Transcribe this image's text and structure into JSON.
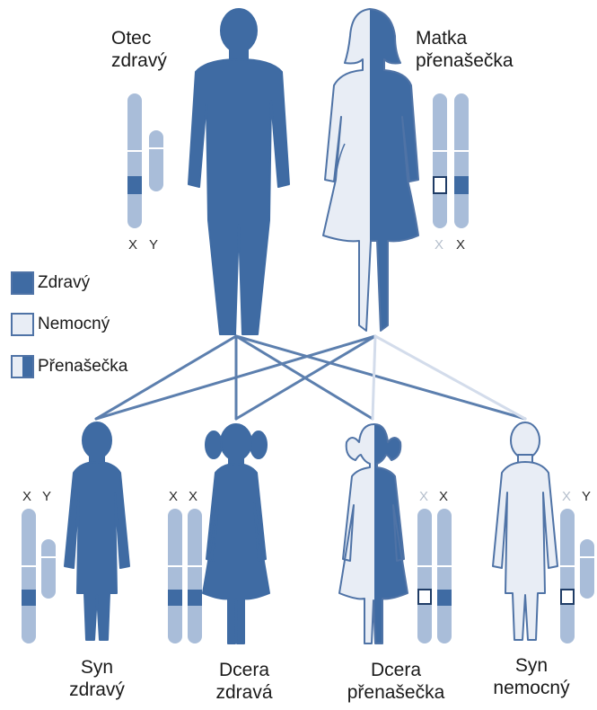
{
  "colors": {
    "healthy": "#3f6ba3",
    "affected": "#e8edf5",
    "outline": "#4f73a6",
    "chromosome": "#a9bdd9",
    "chromosome_pale": "#d6e1ef",
    "line_dark": "#5c7fae",
    "line_light": "#d3dceb"
  },
  "parents": {
    "father": {
      "title": "Otec",
      "status": "zdravý",
      "chromosomes": [
        "X",
        "Y"
      ]
    },
    "mother": {
      "title": "Matka",
      "status": "přenašečka",
      "chromosomes": [
        "X",
        "X"
      ]
    }
  },
  "legend": [
    {
      "label": "Zdravý",
      "swatch": "healthy"
    },
    {
      "label": "Nemocný",
      "swatch": "affected"
    },
    {
      "label": "Přenašečka",
      "swatch": "carrier"
    }
  ],
  "children": [
    {
      "title": "Syn",
      "status": "zdravý",
      "chromosomes": [
        "X",
        "Y"
      ]
    },
    {
      "title": "Dcera",
      "status": "zdravá",
      "chromosomes": [
        "X",
        "X"
      ]
    },
    {
      "title": "Dcera",
      "status": "přenašečka",
      "chromosomes": [
        "X",
        "X"
      ]
    },
    {
      "title": "Syn",
      "status": "nemocný",
      "chromosomes": [
        "X",
        "Y"
      ]
    }
  ]
}
